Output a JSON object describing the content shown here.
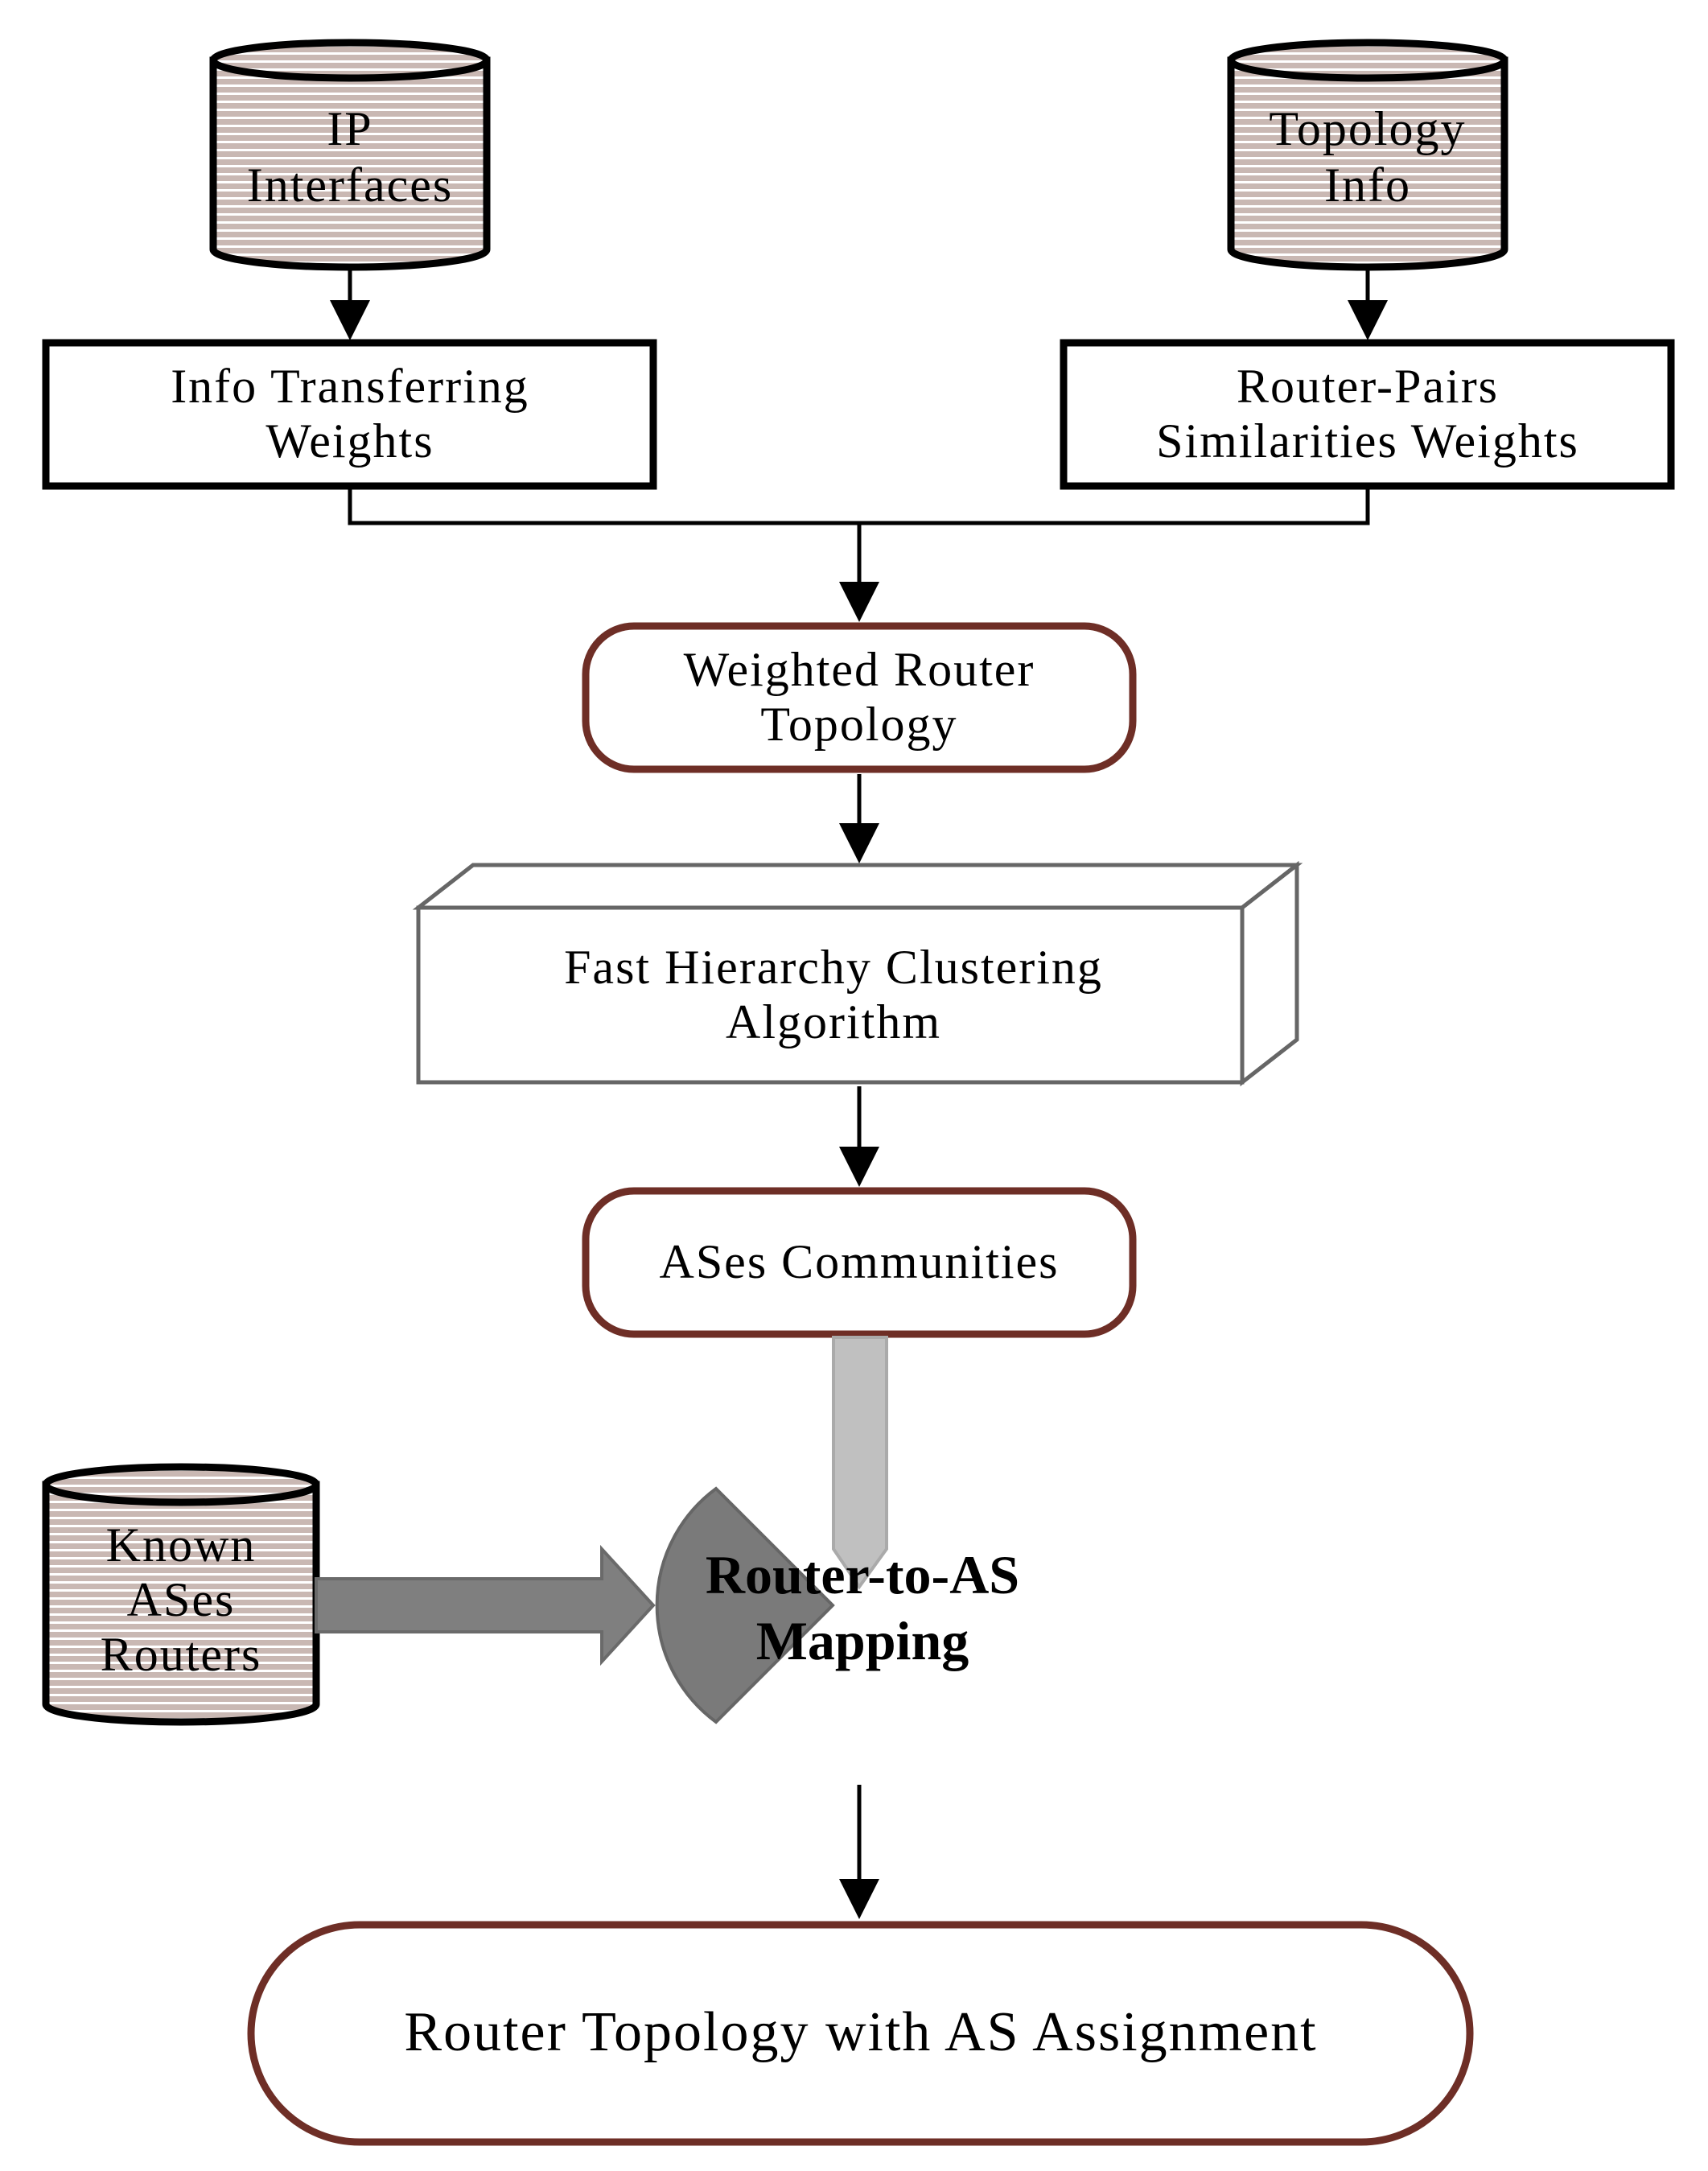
{
  "colors": {
    "cylinder_fill": "#c9b8b3",
    "cylinder_stripe": "#ffffff",
    "rounded_border": "#6e2e26",
    "box3d_border": "#666666",
    "arrow_light": "#c0c0c0",
    "arrow_dark": "#7f7f7f",
    "sector_fill": "#7a7a7a"
  },
  "nodes": {
    "ip_interfaces": {
      "line1": "IP",
      "line2": "Interfaces"
    },
    "topology_info": {
      "line1": "Topology",
      "line2": "Info"
    },
    "info_transferring": {
      "line1": "Info Transferring",
      "line2": "Weights"
    },
    "router_pairs": {
      "line1": "Router-Pairs",
      "line2": "Similarities Weights"
    },
    "weighted_topology": {
      "line1": "Weighted Router",
      "line2": "Topology"
    },
    "fast_hierarchy": {
      "line1": "Fast Hierarchy Clustering",
      "line2": "Algorithm"
    },
    "ases_communities": {
      "label": "ASes Communities"
    },
    "known_ases": {
      "line1": "Known",
      "line2": "ASes",
      "line3": "Routers"
    },
    "router_to_as": {
      "line1": "Router-to-AS",
      "line2": "Mapping"
    },
    "final_topology": {
      "label": "Router Topology with AS Assignment"
    }
  }
}
